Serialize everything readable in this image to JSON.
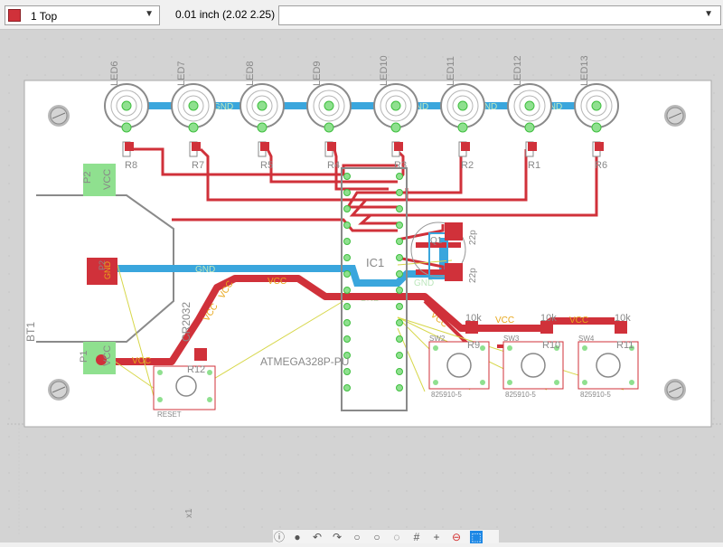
{
  "toolbar": {
    "layer_selected": "1 Top",
    "coordinate_readout": "0.01 inch (2.02 2.25)",
    "command_value": ""
  },
  "colors": {
    "board": "#ffffff",
    "top_copper": "#d0313a",
    "bottom_copper": "#3aa6dd",
    "pad": "#3fbf3f",
    "via": "#9be49b",
    "outline": "#8a8a8a",
    "label_orange": "#e8a71a",
    "airwire": "#d7d74a"
  },
  "pcb": {
    "leds": [
      "LED6",
      "LED7",
      "LED8",
      "LED9",
      "LED10",
      "LED11",
      "LED12",
      "LED13"
    ],
    "led_resistors": [
      "R8",
      "R7",
      "R5",
      "R4",
      "R3",
      "R2",
      "R1",
      "R6"
    ],
    "nets": {
      "gnd": "GND",
      "vcc": "VCC"
    },
    "battery": {
      "name": "BT1",
      "model": "CR2032",
      "pad_plus": "P1",
      "pad_minus": "P2"
    },
    "ic": {
      "name": "IC1",
      "value": "ATMEGA328P-PU"
    },
    "crystal_caps": [
      "22p",
      "22p"
    ],
    "crystal": "Q1",
    "switches": [
      {
        "name": "SW2",
        "part": "825910-5"
      },
      {
        "name": "SW3",
        "part": "825910-5"
      },
      {
        "name": "SW4",
        "part": "825910-5"
      }
    ],
    "reset": {
      "name": "RESET",
      "resistor": "R12",
      "part": "825910-5"
    },
    "pullups": [
      {
        "name": "R9",
        "value": "10k"
      },
      {
        "name": "R10",
        "value": "10k"
      },
      {
        "name": "R11",
        "value": "10k"
      }
    ],
    "pad_labels": {
      "p2": "P2",
      "vcc": "VCC",
      "gnd": "GND"
    },
    "misc_label": "x1"
  }
}
